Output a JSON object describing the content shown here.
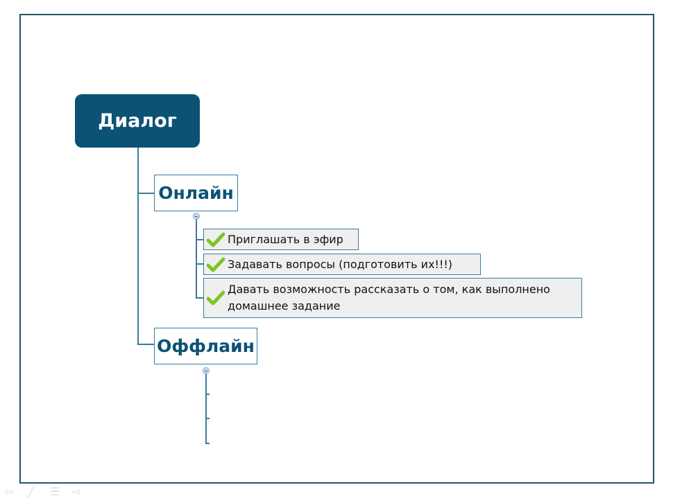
{
  "root": {
    "label": "Диалог"
  },
  "topics": [
    {
      "label": "Онлайн",
      "items": [
        "Приглашать в эфир",
        "Задавать вопросы (подготовить их!!!)",
        "Давать возможность рассказать о том, как выполнено домашнее задание"
      ]
    },
    {
      "label": "Оффлайн",
      "items": []
    }
  ],
  "colors": {
    "root": "#0b5275",
    "border": "#3b7a9a",
    "frame": "#1f5a63",
    "check": "#7cc520"
  }
}
